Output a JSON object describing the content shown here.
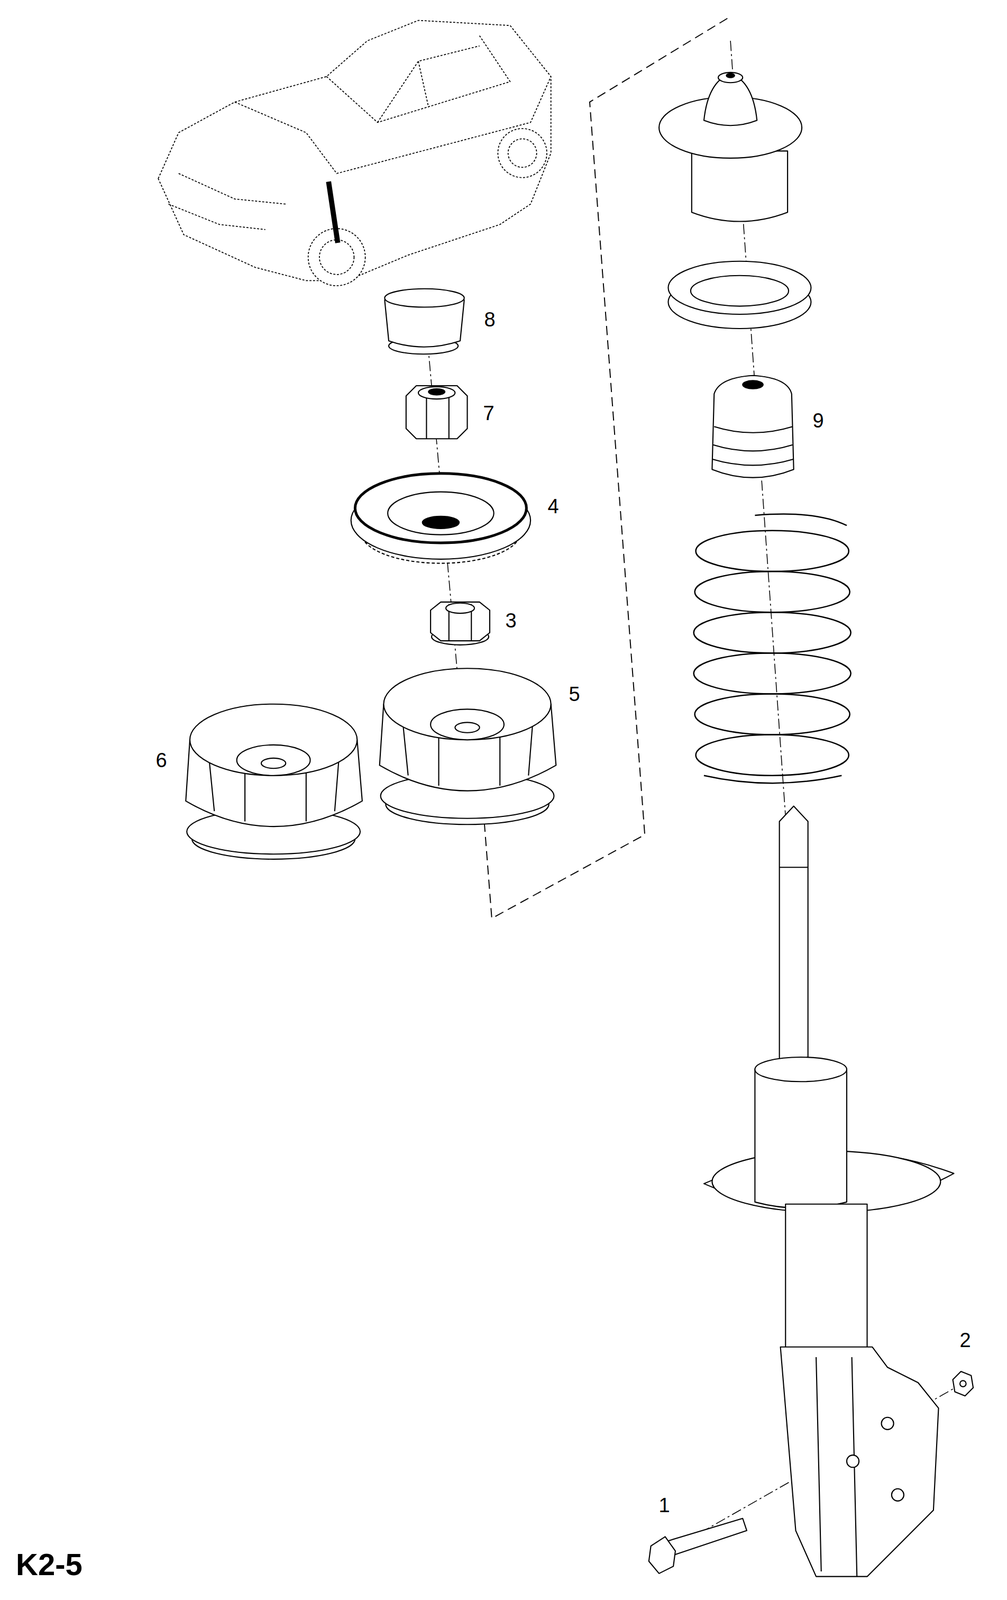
{
  "diagram": {
    "labels": [
      "8",
      "7",
      "4",
      "3",
      "5",
      "6",
      "9",
      "2",
      "1",
      "K2-5"
    ]
  }
}
